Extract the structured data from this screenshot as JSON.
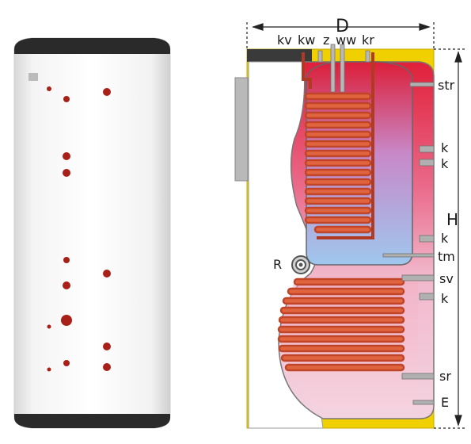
{
  "labels": {
    "D": "D",
    "H": "H",
    "kv": "kv",
    "kw": "kw",
    "z": "z",
    "ww": "ww",
    "kr": "kr",
    "str": "str",
    "k1": "k",
    "k2": "k",
    "k3": "k",
    "tm": "tm",
    "sv": "sv",
    "k4": "k",
    "sr": "sr",
    "E": "E",
    "R": "R"
  },
  "colors": {
    "jacket": "#f0d000",
    "hot_water": "#e8506a",
    "cold_water": "#8ec8f0",
    "coil": "#d4583e",
    "tank_shell": "#ffffff"
  },
  "icons": [
    "dimension-arrow",
    "port-nozzle",
    "heating-coil",
    "port-circle"
  ]
}
